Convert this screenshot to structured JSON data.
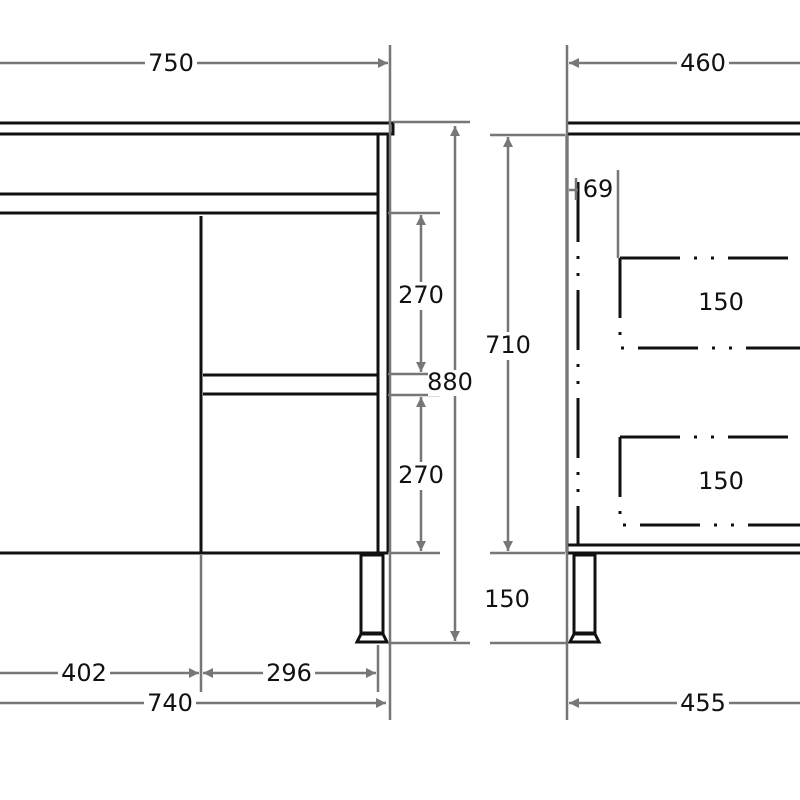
{
  "drawing": {
    "front_view": {
      "overall_width": "750",
      "carcass_width": "740",
      "door_width": "402",
      "drawer_width": "296",
      "drawer_height_top": "270",
      "drawer_height_bottom": "270",
      "overall_height": "880",
      "carcass_height": "710",
      "leg_height": "150"
    },
    "side_view": {
      "overall_depth": "460",
      "carcass_depth": "455",
      "drawer_offset": "69",
      "drawer_1_height": "150",
      "drawer_2_height": "150"
    },
    "colors": {
      "outline": "#111111",
      "dimension": "#777777"
    }
  }
}
